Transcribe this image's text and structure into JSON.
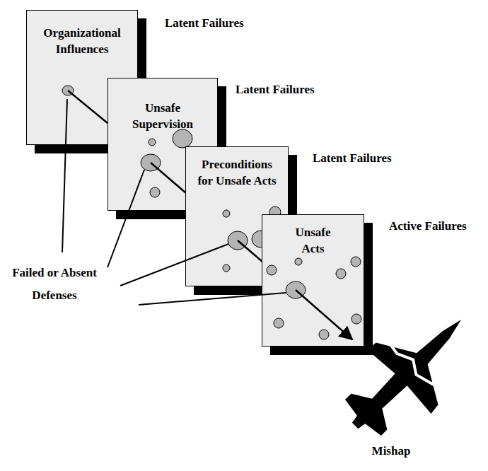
{
  "diagram": {
    "nodes": [
      {
        "text": [
          "Organizational Influences"
        ]
      },
      {
        "text": [
          "Unsafe Supervision"
        ]
      },
      {
        "text": [
          "Preconditions for Unsafe Acts"
        ]
      },
      {
        "text": [
          "Unsafe Acts"
        ]
      }
    ],
    "labels": [
      "Latent Failures",
      "Latent Failures",
      "Latent Failures",
      "Active Failures",
      "Failed or Absent Defenses",
      "Mishap"
    ]
  }
}
